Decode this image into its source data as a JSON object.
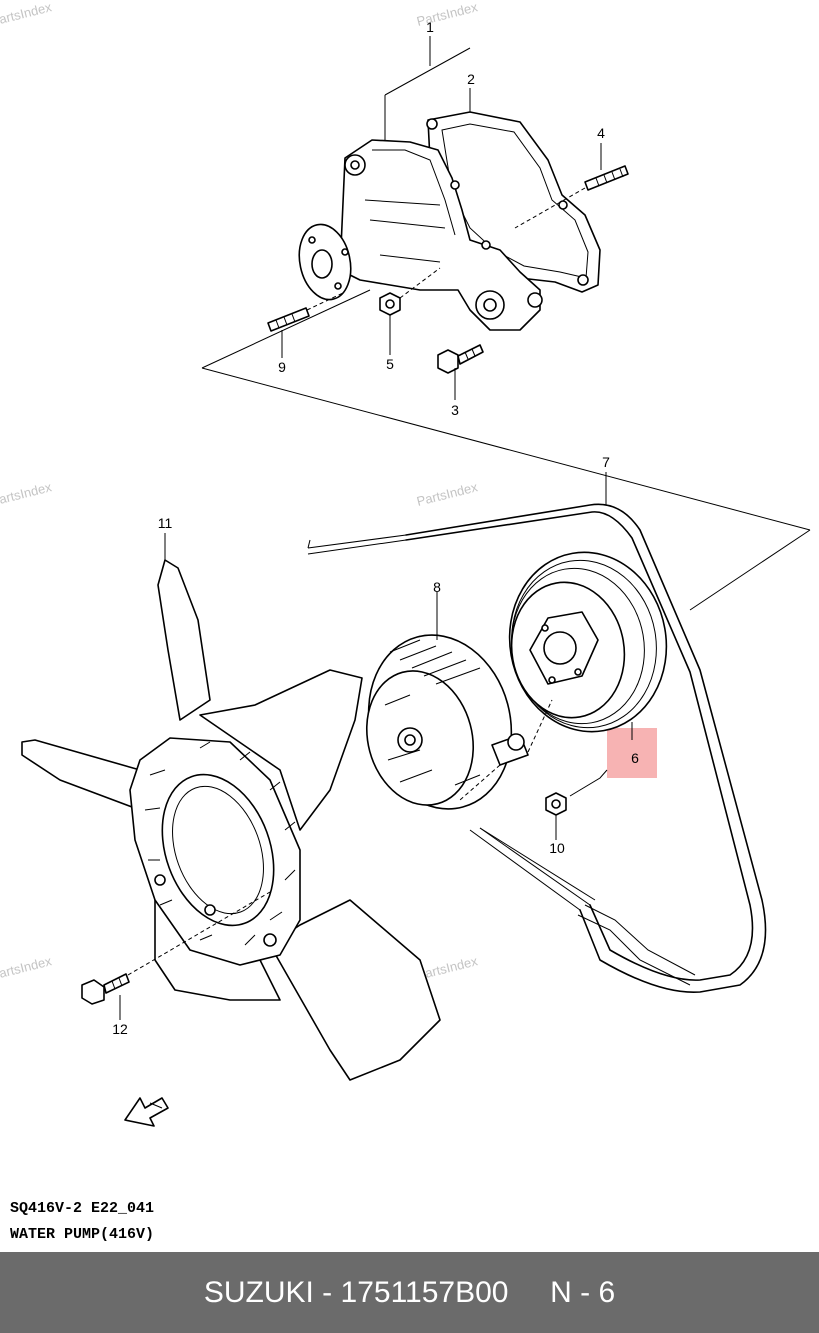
{
  "callouts": [
    {
      "id": "1",
      "label": "1"
    },
    {
      "id": "2",
      "label": "2"
    },
    {
      "id": "3",
      "label": "3"
    },
    {
      "id": "4",
      "label": "4"
    },
    {
      "id": "5",
      "label": "5"
    },
    {
      "id": "6",
      "label": "6",
      "highlighted": true
    },
    {
      "id": "7",
      "label": "7"
    },
    {
      "id": "8",
      "label": "8"
    },
    {
      "id": "9",
      "label": "9"
    },
    {
      "id": "10",
      "label": "10"
    },
    {
      "id": "11",
      "label": "11"
    },
    {
      "id": "12",
      "label": "12"
    }
  ],
  "watermark": "PartsIndex",
  "highlight_color": "#f49a9a",
  "diagram_code": "SQ416V-2 E22_041",
  "diagram_title": "WATER PUMP(416V)",
  "footer": {
    "brand": "SUZUKI",
    "separator": "-",
    "part_number": "1751157B00",
    "position": "N - 6"
  },
  "footer_color": "#6b6b6b"
}
